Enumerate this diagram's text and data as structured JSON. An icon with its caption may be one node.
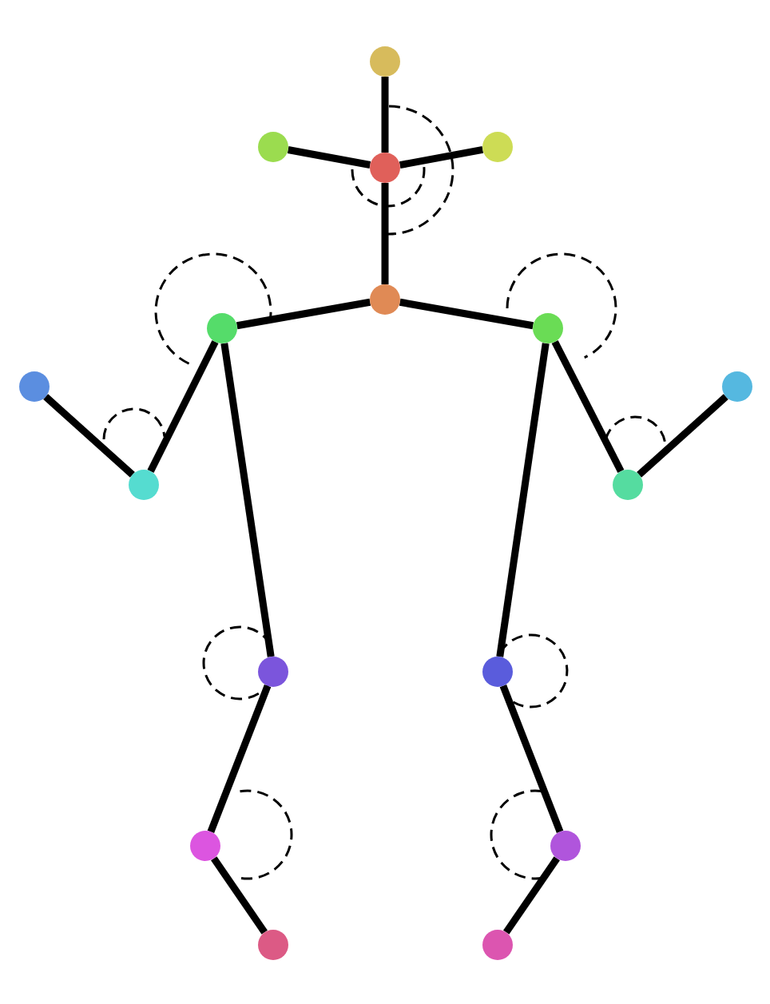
{
  "diagram": {
    "nodes": [
      {
        "text": [],
        "shape": "circle"
      },
      {
        "text": [],
        "shape": "circle"
      },
      {
        "text": [],
        "shape": "circle"
      },
      {
        "text": [],
        "shape": "circle"
      },
      {
        "text": [],
        "shape": "circle"
      },
      {
        "text": [],
        "shape": "circle"
      },
      {
        "text": [],
        "shape": "circle"
      },
      {
        "text": [],
        "shape": "circle"
      },
      {
        "text": [],
        "shape": "circle"
      },
      {
        "text": [],
        "shape": "circle"
      },
      {
        "text": [],
        "shape": "circle"
      },
      {
        "text": [],
        "shape": "circle"
      },
      {
        "text": [],
        "shape": "circle"
      },
      {
        "text": [],
        "shape": "circle"
      },
      {
        "text": [],
        "shape": "circle"
      },
      {
        "text": [],
        "shape": "circle"
      },
      {
        "text": [],
        "shape": "circle"
      }
    ],
    "edges": [
      {
        "from": 2,
        "to": 0,
        "arrow": "none"
      },
      {
        "from": 2,
        "to": 1,
        "arrow": "none"
      },
      {
        "from": 2,
        "to": 3,
        "arrow": "none"
      },
      {
        "from": 2,
        "to": 4,
        "arrow": "none"
      },
      {
        "from": 4,
        "to": 5,
        "arrow": "none"
      },
      {
        "from": 4,
        "to": 6,
        "arrow": "none"
      },
      {
        "from": 5,
        "to": 8,
        "arrow": "none"
      },
      {
        "from": 8,
        "to": 7,
        "arrow": "none"
      },
      {
        "from": 6,
        "to": 9,
        "arrow": "none"
      },
      {
        "from": 9,
        "to": 10,
        "arrow": "none"
      },
      {
        "from": 5,
        "to": 11,
        "arrow": "none"
      },
      {
        "from": 6,
        "to": 12,
        "arrow": "none"
      },
      {
        "from": 11,
        "to": 13,
        "arrow": "none"
      },
      {
        "from": 13,
        "to": 15,
        "arrow": "none"
      },
      {
        "from": 12,
        "to": 14,
        "arrow": "none"
      },
      {
        "from": 14,
        "to": 16,
        "arrow": "none"
      }
    ]
  }
}
